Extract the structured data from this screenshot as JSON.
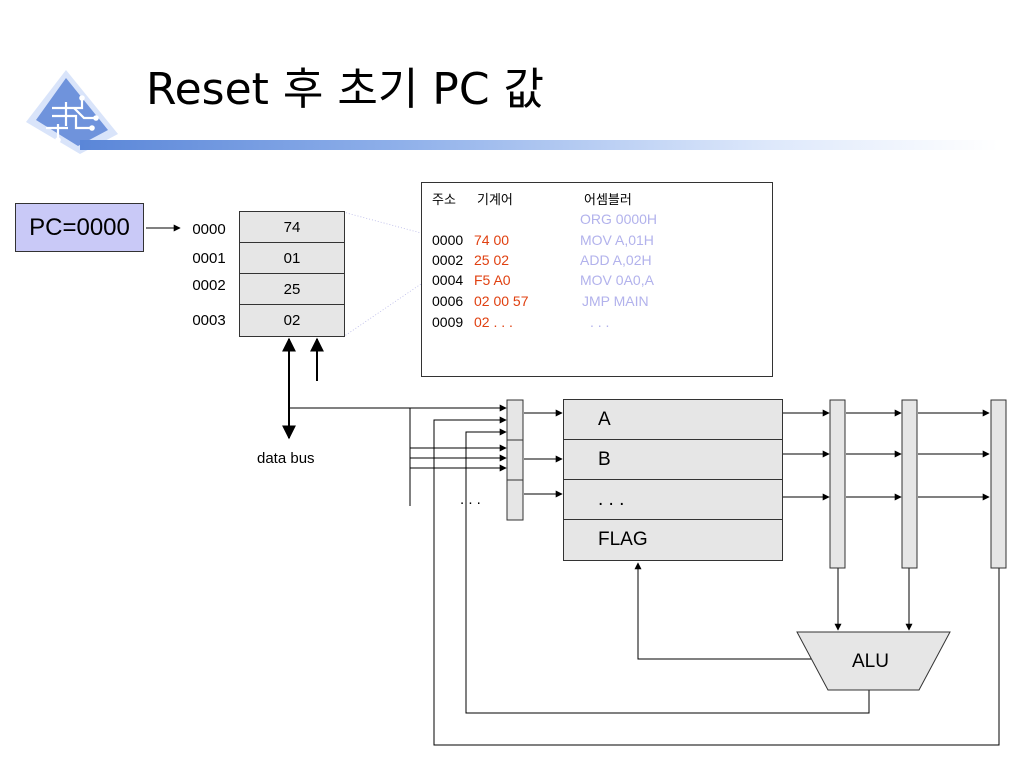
{
  "title": "Reset 후 초기 PC 값",
  "pc_label": "PC=0000",
  "memory": {
    "addresses": [
      "0000",
      "0001",
      "0002",
      "0003"
    ],
    "values": [
      "74",
      "01",
      "25",
      "02"
    ]
  },
  "listing": {
    "headers": {
      "address": "주소",
      "machine_code": "기계어",
      "assembler": "어셈블러"
    },
    "lines": [
      {
        "addr": "",
        "code": "",
        "asm": "ORG      0000H"
      },
      {
        "addr": "0000",
        "code": "74 00",
        "asm": "MOV     A,01H"
      },
      {
        "addr": "0002",
        "code": "25 02",
        "asm": "ADD     A,02H"
      },
      {
        "addr": "0004",
        "code": "F5 A0",
        "asm": "MOV      0A0,A"
      },
      {
        "addr": "0006",
        "code": "02 00 57",
        "asm": "JMP     MAIN"
      },
      {
        "addr": "0009",
        "code": "02 . . .",
        "asm": ". . ."
      }
    ]
  },
  "registers": [
    "A",
    "B",
    ". . .",
    "FLAG"
  ],
  "data_bus_label": "data bus",
  "ellipsis_label": ". . .",
  "alu_label": "ALU",
  "colors": {
    "machine_code": "#e04010",
    "assembler": "#b2b2ec",
    "pc_box": "#c9c9f7",
    "cells": "#e6e6e6",
    "title_rule": "#5a86d8"
  },
  "icons": [
    "circuit-board-logo-icon"
  ]
}
